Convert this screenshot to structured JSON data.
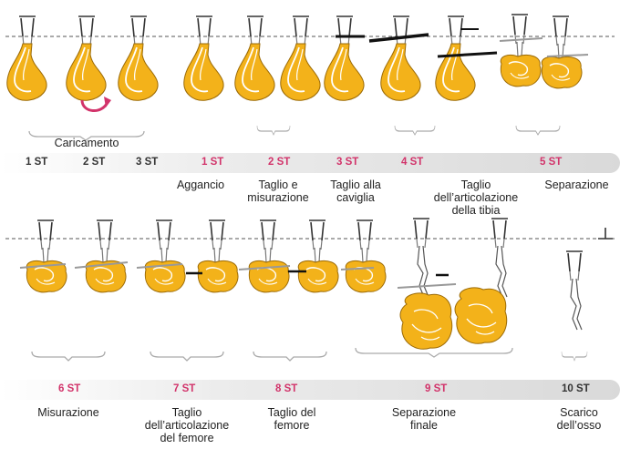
{
  "colors": {
    "pink": "#d2336a",
    "meat": "#f3b21a",
    "meatEdge": "#9b6a06",
    "dashed": "#555555"
  },
  "rows": [
    {
      "stations": [
        {
          "id": "st1-load",
          "text": "1 ST",
          "color": "dark"
        },
        {
          "id": "st2-load",
          "text": "2 ST",
          "color": "dark"
        },
        {
          "id": "st3-load",
          "text": "3 ST",
          "color": "dark"
        },
        {
          "id": "st1",
          "text": "1 ST",
          "color": "pink"
        },
        {
          "id": "st2",
          "text": "2 ST",
          "color": "pink"
        },
        {
          "id": "st3",
          "text": "3 ST",
          "color": "pink"
        },
        {
          "id": "st4",
          "text": "4 ST",
          "color": "pink"
        },
        {
          "id": "st5",
          "text": "5 ST",
          "color": "pink"
        }
      ],
      "labels": [
        {
          "id": "caricamento",
          "text": "Caricamento"
        },
        {
          "id": "aggancio",
          "text": "Aggancio"
        },
        {
          "id": "taglio-misurazione",
          "text": "Taglio e\nmisurazione"
        },
        {
          "id": "taglio-caviglia",
          "text": "Taglio alla\ncaviglia"
        },
        {
          "id": "taglio-tibia",
          "text": "Taglio\ndell’articolazione\ndella tibia"
        },
        {
          "id": "separazione",
          "text": "Separazione"
        }
      ]
    },
    {
      "stations": [
        {
          "id": "st6",
          "text": "6 ST",
          "color": "pink"
        },
        {
          "id": "st7",
          "text": "7 ST",
          "color": "pink"
        },
        {
          "id": "st8",
          "text": "8 ST",
          "color": "pink"
        },
        {
          "id": "st9",
          "text": "9 ST",
          "color": "pink"
        },
        {
          "id": "st10",
          "text": "10 ST",
          "color": "dark"
        }
      ],
      "labels": [
        {
          "id": "misurazione",
          "text": "Misurazione"
        },
        {
          "id": "taglio-femore-art",
          "text": "Taglio\ndell’articolazione\ndel femore"
        },
        {
          "id": "taglio-femore",
          "text": "Taglio del\nfemore"
        },
        {
          "id": "separazione-finale",
          "text": "Separazione\nfinale"
        },
        {
          "id": "scarico-osso",
          "text": "Scarico\ndell’osso"
        }
      ]
    }
  ]
}
